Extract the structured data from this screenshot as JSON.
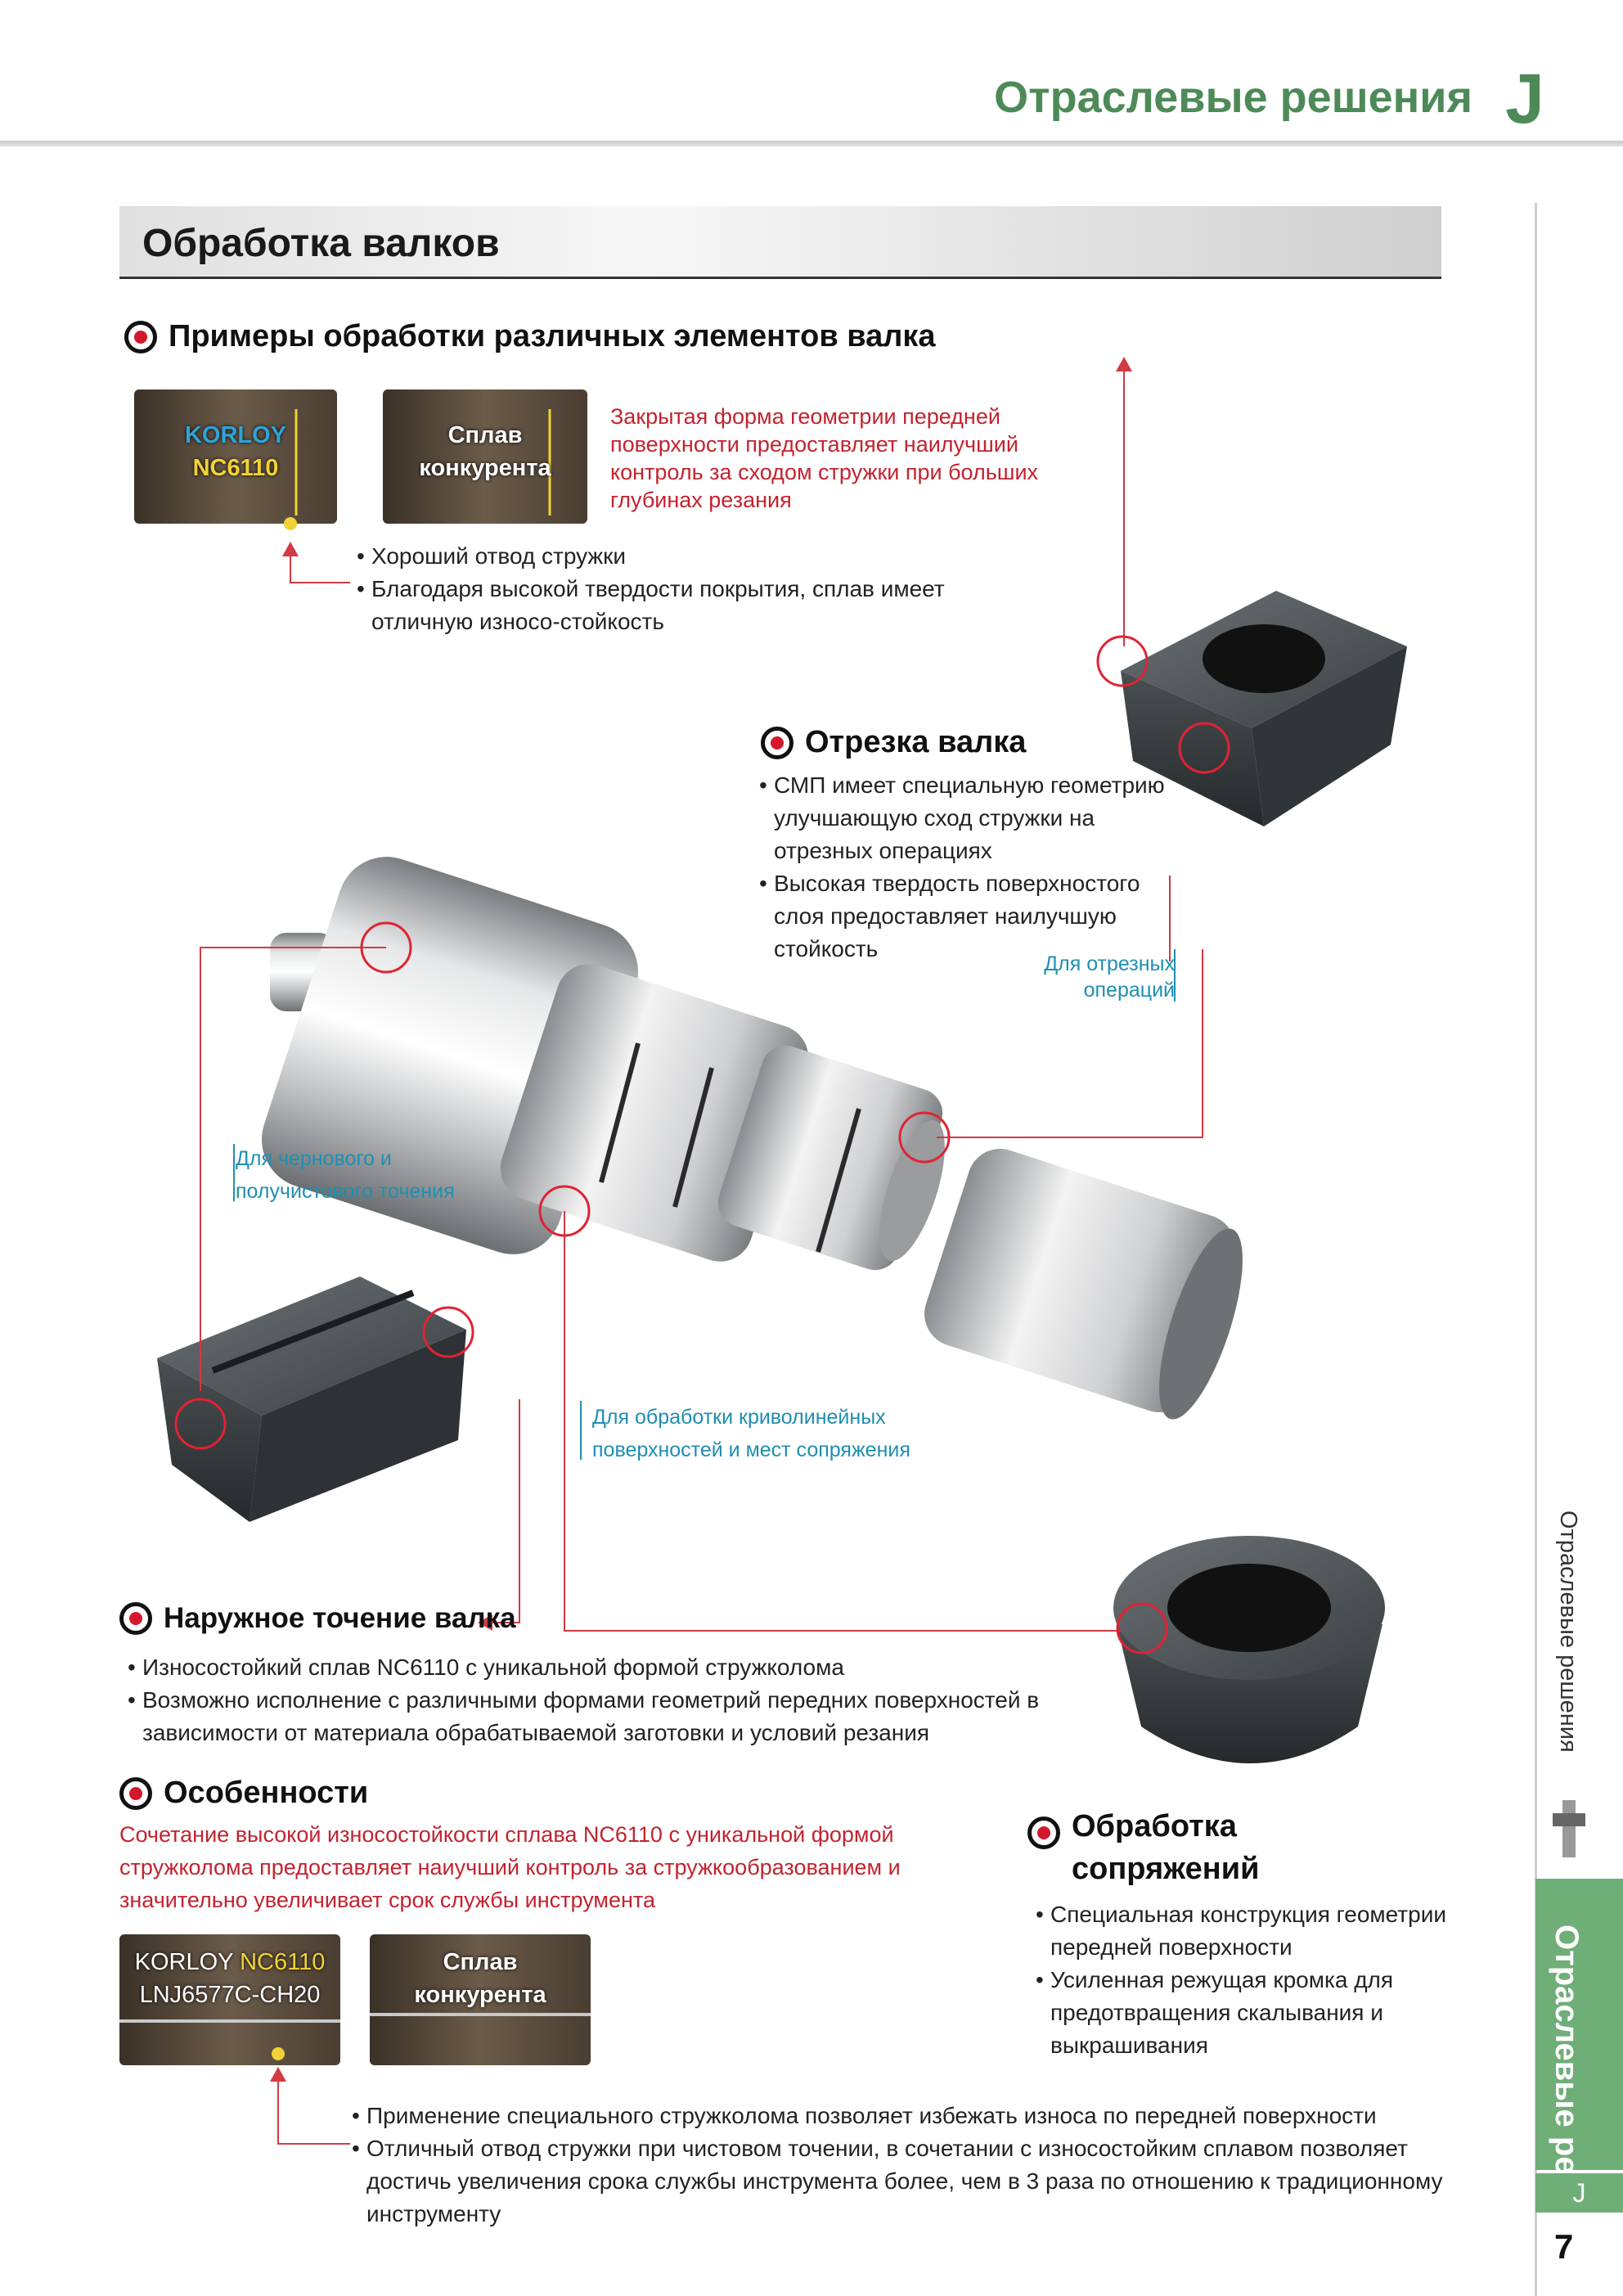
{
  "header": {
    "title": "Отраслевые решения",
    "section_letter": "J"
  },
  "banner": {
    "title": "Обработка валков"
  },
  "examples": {
    "heading": "Примеры обработки различных элементов валка",
    "photo1": {
      "line1": "KORLOY",
      "line2": "NC6110"
    },
    "photo2": {
      "line1": "Сплав",
      "line2": "конкурента"
    },
    "red_note": "Закрытая форма геометрии передней поверхности предоставляет наилучший контроль за сходом стружки при больших глубинах резания",
    "bullets": [
      "Хороший отвод стружки",
      "Благодаря высокой твердости покрытия, сплав имеет отличную износо-стойкость"
    ]
  },
  "parting": {
    "heading": "Отрезка валка",
    "bullets": [
      "СМП имеет специальную геометрию улучшающую сход стружки на отрезных операциях",
      "Высокая твердость поверхностого слоя предоставляет наилучшую стойкость"
    ],
    "callout": "Для отрезных операций"
  },
  "callouts": {
    "roughing": "Для чернового и получистового точения",
    "curved": "Для обработки криволинейных поверхностей и мест сопряжения"
  },
  "outer_turning": {
    "heading": "Наружное точение валка",
    "bullets": [
      "Износостойкий сплав NC6110 с уникальной формой стружколома",
      "Возможно исполнение с различными формами геометрий передних поверхностей в зависимости от материала обрабатываемой заготовки и условий резания"
    ]
  },
  "features": {
    "heading": "Особенности",
    "red_note": "Сочетание высокой износостойкости сплава NC6110 с уникальной формой стружколома предоставляет наиучший контроль за стружкообразованием и значительно увеличивает срок службы инструмента",
    "photo1": {
      "brand": "KORLOY",
      "grade": "NC6110",
      "code": "LNJ6577C-CH20"
    },
    "photo2": {
      "line1": "Сплав",
      "line2": "конкурента"
    },
    "bullets": [
      "Применение специального стружколома позволяет избежать износа по передней поверхности",
      "Отличный отвод стружки при чистовом точении, в сочетании с износостойким сплавом позволяет достичь увеличения срока службы инструмента более, чем в 3 раза по отношению к традиционному инструменту"
    ]
  },
  "joints": {
    "heading": "Обработка сопряжений",
    "bullets": [
      "Специальная конструкция геометрии передней поверхности",
      "Усиленная режущая кромка для предотвращения скалывания и выкрашивания"
    ]
  },
  "sidebar": {
    "vertical": "Отраслевые решения",
    "tab_label": "Отраслевые решения",
    "tab_letter": "J",
    "page_number": "7"
  },
  "colors": {
    "green": "#4e8a58",
    "red": "#c3232f",
    "blue": "#1f8fb0",
    "circle": "#e02333"
  }
}
